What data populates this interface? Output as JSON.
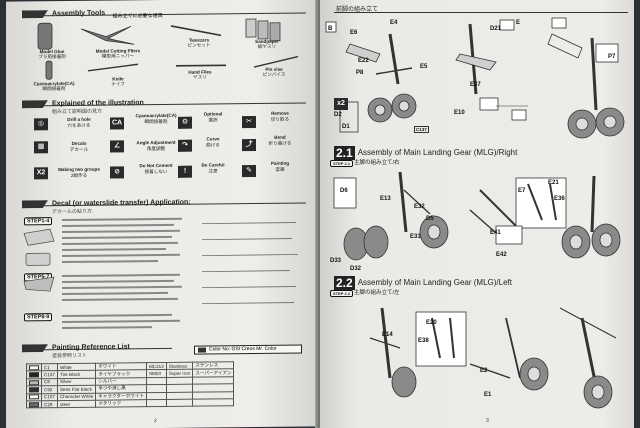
{
  "left_page": {
    "assembly_tools": {
      "title": "Assembly Tools",
      "subtitle": "組み立てに必要な道具",
      "tools": [
        {
          "name": "Model Glue",
          "jp": "プラ用接着剤"
        },
        {
          "name": "Model Cutting Pliers",
          "jp": "模型用ニッパー"
        },
        {
          "name": "Tweezers",
          "jp": "ピンセット"
        },
        {
          "name": "Sandpaper",
          "jp": "紙ヤスリ"
        },
        {
          "name": "Cyanoacrylate(CA)",
          "jp": "瞬間接着剤"
        },
        {
          "name": "Knife",
          "jp": "ナイフ"
        },
        {
          "name": "Hand Files",
          "jp": "ヤスリ"
        },
        {
          "name": "Pin vise",
          "jp": "ピンバイス"
        }
      ]
    },
    "illustration": {
      "title": "Explained of the illustration",
      "subtitle": "組み立て説明図の見方",
      "items": [
        {
          "name": "Drill a hole",
          "jp": "穴をあける"
        },
        {
          "name": "Cyanoacrylate(CA)",
          "jp": "瞬間接着剤"
        },
        {
          "name": "Optional",
          "jp": "選択"
        },
        {
          "name": "Remove",
          "jp": "切り取る"
        },
        {
          "name": "Decals",
          "jp": "デカール"
        },
        {
          "name": "Angle Adjustment",
          "jp": "角度調整"
        },
        {
          "name": "Curve",
          "jp": "曲げる"
        },
        {
          "name": "Bend",
          "jp": "折り曲げる"
        },
        {
          "name": "Making two groups",
          "jp": "2組作る"
        },
        {
          "name": "Do Not Cement",
          "jp": "接着しない"
        },
        {
          "name": "Be Careful",
          "jp": "注意"
        },
        {
          "name": "Painting",
          "jp": "塗装"
        }
      ],
      "x2_label": "X2"
    },
    "decal": {
      "title": "Decal (or waterslide transfer) Application:",
      "subtitle": "デカールの貼り方",
      "steps": [
        "STEP1-4",
        "STEP5-7",
        "STEP8-9"
      ]
    },
    "painting": {
      "title": "Painting Reference List",
      "subtitle": "塗装参照リスト",
      "color_note": "Color No: GSI Creos Mr. Color",
      "rows": [
        {
          "code": "C1",
          "name": "White",
          "jp": "ホワイト",
          "color": "#f4f4f0"
        },
        {
          "code": "C137",
          "name": "Tire Black",
          "jp": "タイヤブラック",
          "color": "#222222"
        },
        {
          "code": "C8",
          "name": "Silver",
          "jp": "シルバー",
          "color": "#b8b8b8"
        },
        {
          "code": "C92",
          "name": "Semi Flat Black",
          "jp": "半つや消し黒",
          "color": "#2e2e2e"
        },
        {
          "code": "C107",
          "name": "Character White",
          "jp": "キャラクターホワイト",
          "color": "#fafaf6"
        },
        {
          "code": "C28",
          "name": "steel",
          "jp": "メタリック",
          "color": "#6c6c6c"
        }
      ],
      "rows_right": [
        {
          "code": "MC213",
          "name": "Stainless",
          "jp": "ステンレス"
        },
        {
          "code": "SM03",
          "name": "Super Iron",
          "jp": "スーパーアイアン"
        }
      ]
    },
    "page_number": "2"
  },
  "right_page": {
    "top_title": "前脚の組み立て",
    "step_2_1": {
      "num": "2.1",
      "title": "Assembly of Main Landing Gear (MLG)/Right",
      "jp": "主脚の組み立て/右",
      "tag": "STEP 2.1"
    },
    "step_2_2": {
      "num": "2.2",
      "title": "Assembly of Main Landing Gear (MLG)/Left",
      "jp": "主脚の組み立て/左",
      "tag": "STEP 2.2"
    },
    "parts": [
      "B",
      "E6",
      "E4",
      "E",
      "D21",
      "E22",
      "E5",
      "E37",
      "E10",
      "P7",
      "P8",
      "D2",
      "D1",
      "C137",
      "x2",
      "D6",
      "E13",
      "E32",
      "D5",
      "E31",
      "E7",
      "E21",
      "E41",
      "E42",
      "E36",
      "D33",
      "D32",
      "E14",
      "E20",
      "E38",
      "E2",
      "E1"
    ],
    "page_number": "3"
  }
}
